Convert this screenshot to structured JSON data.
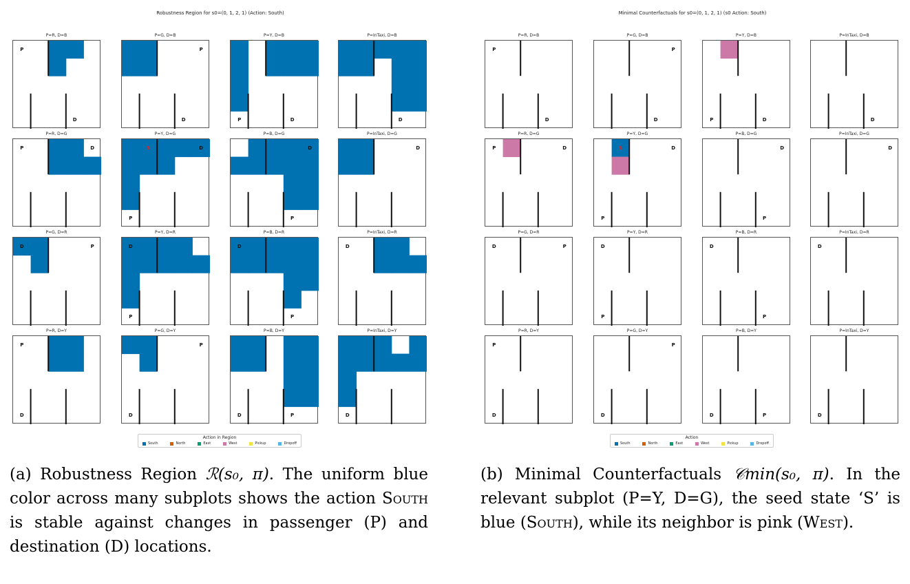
{
  "colors": {
    "South": "#0072b2",
    "North": "#d55e00",
    "East": "#009e73",
    "West": "#cc79a7",
    "Pickup": "#f0e442",
    "Dropoff": "#56b4e9"
  },
  "panels": [
    {
      "id": "a",
      "title": "Robustness Region for s0=(0, 1, 2, 1) (Action: South)",
      "legend_title": "Action in Region",
      "legend_items": [
        "South",
        "North",
        "East",
        "West",
        "Pickup",
        "Dropoff"
      ],
      "caption": {
        "label": "(a) Robustness Region ",
        "math": "ℛ(s₀, π)",
        "text1": ". The uniform blue color across many subplots shows the action ",
        "smallcaps": "South",
        "text2": " is stable against changes in passenger (P) and destination (D) locations."
      },
      "subplots": [
        {
          "title": "P=R, D=B",
          "P": [
            0,
            0
          ],
          "D": [
            4,
            3
          ],
          "cells": [
            [
              0,
              2,
              "South"
            ],
            [
              0,
              3,
              "South"
            ],
            [
              1,
              2,
              "South"
            ]
          ]
        },
        {
          "title": "P=G, D=B",
          "P": [
            0,
            4
          ],
          "D": [
            4,
            3
          ],
          "cells": [
            [
              0,
              0,
              "South"
            ],
            [
              0,
              1,
              "South"
            ],
            [
              1,
              0,
              "South"
            ],
            [
              1,
              1,
              "South"
            ]
          ]
        },
        {
          "title": "P=Y, D=B",
          "P": [
            4,
            0
          ],
          "D": [
            4,
            3
          ],
          "cells": [
            [
              0,
              0,
              "South"
            ],
            [
              1,
              0,
              "South"
            ],
            [
              2,
              0,
              "South"
            ],
            [
              3,
              0,
              "South"
            ],
            [
              0,
              2,
              "South"
            ],
            [
              0,
              3,
              "South"
            ],
            [
              0,
              4,
              "South"
            ],
            [
              1,
              2,
              "South"
            ],
            [
              1,
              3,
              "South"
            ],
            [
              1,
              4,
              "South"
            ]
          ]
        },
        {
          "title": "P=InTaxi, D=B",
          "P": null,
          "D": [
            4,
            3
          ],
          "cells": [
            [
              0,
              0,
              "South"
            ],
            [
              0,
              1,
              "South"
            ],
            [
              0,
              2,
              "South"
            ],
            [
              0,
              3,
              "South"
            ],
            [
              0,
              4,
              "South"
            ],
            [
              1,
              0,
              "South"
            ],
            [
              1,
              1,
              "South"
            ],
            [
              1,
              3,
              "South"
            ],
            [
              1,
              4,
              "South"
            ],
            [
              2,
              3,
              "South"
            ],
            [
              2,
              4,
              "South"
            ],
            [
              3,
              3,
              "South"
            ],
            [
              3,
              4,
              "South"
            ]
          ]
        },
        {
          "title": "P=R, D=G",
          "P": [
            0,
            0
          ],
          "D": [
            0,
            4
          ],
          "cells": [
            [
              0,
              2,
              "South"
            ],
            [
              0,
              3,
              "South"
            ],
            [
              1,
              2,
              "South"
            ],
            [
              1,
              3,
              "South"
            ],
            [
              1,
              4,
              "South"
            ]
          ]
        },
        {
          "title": "P=Y, D=G",
          "P": [
            4,
            0
          ],
          "D": [
            0,
            4
          ],
          "S": [
            0,
            1
          ],
          "cells": [
            [
              0,
              0,
              "South"
            ],
            [
              0,
              1,
              "South"
            ],
            [
              0,
              2,
              "South"
            ],
            [
              0,
              3,
              "South"
            ],
            [
              0,
              4,
              "South"
            ],
            [
              1,
              0,
              "South"
            ],
            [
              1,
              1,
              "South"
            ],
            [
              1,
              2,
              "South"
            ],
            [
              2,
              0,
              "South"
            ],
            [
              3,
              0,
              "South"
            ]
          ]
        },
        {
          "title": "P=B, D=G",
          "P": [
            4,
            3
          ],
          "D": [
            0,
            4
          ],
          "cells": [
            [
              0,
              1,
              "South"
            ],
            [
              0,
              2,
              "South"
            ],
            [
              0,
              3,
              "South"
            ],
            [
              0,
              4,
              "South"
            ],
            [
              1,
              0,
              "South"
            ],
            [
              1,
              1,
              "South"
            ],
            [
              1,
              2,
              "South"
            ],
            [
              1,
              3,
              "South"
            ],
            [
              1,
              4,
              "South"
            ],
            [
              2,
              3,
              "South"
            ],
            [
              2,
              4,
              "South"
            ],
            [
              3,
              3,
              "South"
            ],
            [
              3,
              4,
              "South"
            ]
          ]
        },
        {
          "title": "P=InTaxi, D=G",
          "P": null,
          "D": [
            0,
            4
          ],
          "cells": [
            [
              0,
              0,
              "South"
            ],
            [
              0,
              1,
              "South"
            ],
            [
              1,
              0,
              "South"
            ],
            [
              1,
              1,
              "South"
            ]
          ]
        },
        {
          "title": "P=G, D=R",
          "P": [
            0,
            4
          ],
          "D": [
            0,
            0
          ],
          "cells": [
            [
              0,
              0,
              "South"
            ],
            [
              0,
              1,
              "South"
            ],
            [
              1,
              1,
              "South"
            ]
          ]
        },
        {
          "title": "P=Y, D=R",
          "P": [
            4,
            0
          ],
          "D": [
            0,
            0
          ],
          "cells": [
            [
              0,
              0,
              "South"
            ],
            [
              0,
              1,
              "South"
            ],
            [
              0,
              2,
              "South"
            ],
            [
              0,
              3,
              "South"
            ],
            [
              1,
              0,
              "South"
            ],
            [
              1,
              1,
              "South"
            ],
            [
              1,
              2,
              "South"
            ],
            [
              1,
              3,
              "South"
            ],
            [
              1,
              4,
              "South"
            ],
            [
              2,
              0,
              "South"
            ],
            [
              3,
              0,
              "South"
            ]
          ]
        },
        {
          "title": "P=B, D=R",
          "P": [
            4,
            3
          ],
          "D": [
            0,
            0
          ],
          "cells": [
            [
              0,
              0,
              "South"
            ],
            [
              0,
              1,
              "South"
            ],
            [
              0,
              2,
              "South"
            ],
            [
              0,
              3,
              "South"
            ],
            [
              0,
              4,
              "South"
            ],
            [
              1,
              0,
              "South"
            ],
            [
              1,
              1,
              "South"
            ],
            [
              1,
              2,
              "South"
            ],
            [
              1,
              3,
              "South"
            ],
            [
              1,
              4,
              "South"
            ],
            [
              2,
              3,
              "South"
            ],
            [
              2,
              4,
              "South"
            ],
            [
              3,
              3,
              "South"
            ]
          ]
        },
        {
          "title": "P=InTaxi, D=R",
          "P": null,
          "D": [
            0,
            0
          ],
          "cells": [
            [
              0,
              2,
              "South"
            ],
            [
              0,
              3,
              "South"
            ],
            [
              1,
              2,
              "South"
            ],
            [
              1,
              3,
              "South"
            ],
            [
              1,
              4,
              "South"
            ]
          ]
        },
        {
          "title": "P=R, D=Y",
          "P": [
            0,
            0
          ],
          "D": [
            4,
            0
          ],
          "cells": [
            [
              0,
              2,
              "South"
            ],
            [
              0,
              3,
              "South"
            ],
            [
              1,
              2,
              "South"
            ],
            [
              1,
              3,
              "South"
            ]
          ]
        },
        {
          "title": "P=G, D=Y",
          "P": [
            0,
            4
          ],
          "D": [
            4,
            0
          ],
          "cells": [
            [
              0,
              0,
              "South"
            ],
            [
              0,
              1,
              "South"
            ],
            [
              1,
              1,
              "South"
            ]
          ]
        },
        {
          "title": "P=B, D=Y",
          "P": [
            4,
            3
          ],
          "D": [
            4,
            0
          ],
          "cells": [
            [
              0,
              0,
              "South"
            ],
            [
              0,
              1,
              "South"
            ],
            [
              0,
              3,
              "South"
            ],
            [
              0,
              4,
              "South"
            ],
            [
              1,
              0,
              "South"
            ],
            [
              1,
              1,
              "South"
            ],
            [
              1,
              3,
              "South"
            ],
            [
              1,
              4,
              "South"
            ],
            [
              2,
              3,
              "South"
            ],
            [
              2,
              4,
              "South"
            ],
            [
              3,
              3,
              "South"
            ],
            [
              3,
              4,
              "South"
            ]
          ]
        },
        {
          "title": "P=InTaxi, D=Y",
          "P": null,
          "D": [
            4,
            0
          ],
          "cells": [
            [
              0,
              0,
              "South"
            ],
            [
              0,
              1,
              "South"
            ],
            [
              0,
              2,
              "South"
            ],
            [
              0,
              4,
              "South"
            ],
            [
              1,
              0,
              "South"
            ],
            [
              1,
              1,
              "South"
            ],
            [
              1,
              2,
              "South"
            ],
            [
              1,
              3,
              "South"
            ],
            [
              1,
              4,
              "South"
            ],
            [
              2,
              0,
              "South"
            ],
            [
              3,
              0,
              "South"
            ]
          ]
        }
      ]
    },
    {
      "id": "b",
      "title": "Minimal Counterfactuals for s0=(0, 1, 2, 1) (s0 Action: South)",
      "legend_title": "Action",
      "legend_items": [
        "South",
        "North",
        "East",
        "West",
        "Pickup",
        "Dropoff"
      ],
      "caption": {
        "label": "(b) Minimal Counterfactuals ",
        "math": "𝒞min(s₀, π)",
        "text1": ". In the relevant subplot (P=Y, D=G), the seed state ‘S’ is blue (",
        "smallcaps": "South",
        "text2": "), while its neighbor is pink (",
        "smallcaps2": "West",
        "text3": ")."
      },
      "subplots": [
        {
          "title": "P=R, D=B",
          "P": [
            0,
            0
          ],
          "D": [
            4,
            3
          ],
          "cells": []
        },
        {
          "title": "P=G, D=B",
          "P": [
            0,
            4
          ],
          "D": [
            4,
            3
          ],
          "cells": []
        },
        {
          "title": "P=Y, D=B",
          "P": [
            4,
            0
          ],
          "D": [
            4,
            3
          ],
          "cells": [
            [
              0,
              1,
              "West"
            ]
          ]
        },
        {
          "title": "P=InTaxi, D=B",
          "P": null,
          "D": [
            4,
            3
          ],
          "cells": []
        },
        {
          "title": "P=R, D=G",
          "P": [
            0,
            0
          ],
          "D": [
            0,
            4
          ],
          "cells": [
            [
              0,
              1,
              "West"
            ]
          ]
        },
        {
          "title": "P=Y, D=G",
          "P": [
            4,
            0
          ],
          "D": [
            0,
            4
          ],
          "S": [
            0,
            1
          ],
          "cells": [
            [
              0,
              1,
              "South"
            ],
            [
              1,
              1,
              "West"
            ]
          ]
        },
        {
          "title": "P=B, D=G",
          "P": [
            4,
            3
          ],
          "D": [
            0,
            4
          ],
          "cells": []
        },
        {
          "title": "P=InTaxi, D=G",
          "P": null,
          "D": [
            0,
            4
          ],
          "cells": []
        },
        {
          "title": "P=G, D=R",
          "P": [
            0,
            4
          ],
          "D": [
            0,
            0
          ],
          "cells": []
        },
        {
          "title": "P=Y, D=R",
          "P": [
            4,
            0
          ],
          "D": [
            0,
            0
          ],
          "cells": []
        },
        {
          "title": "P=B, D=R",
          "P": [
            4,
            3
          ],
          "D": [
            0,
            0
          ],
          "cells": []
        },
        {
          "title": "P=InTaxi, D=R",
          "P": null,
          "D": [
            0,
            0
          ],
          "cells": []
        },
        {
          "title": "P=R, D=Y",
          "P": [
            0,
            0
          ],
          "D": [
            4,
            0
          ],
          "cells": []
        },
        {
          "title": "P=G, D=Y",
          "P": [
            0,
            4
          ],
          "D": [
            4,
            0
          ],
          "cells": []
        },
        {
          "title": "P=B, D=Y",
          "P": [
            4,
            3
          ],
          "D": [
            4,
            0
          ],
          "cells": []
        },
        {
          "title": "P=InTaxi, D=Y",
          "P": null,
          "D": [
            4,
            0
          ],
          "cells": []
        }
      ]
    }
  ]
}
